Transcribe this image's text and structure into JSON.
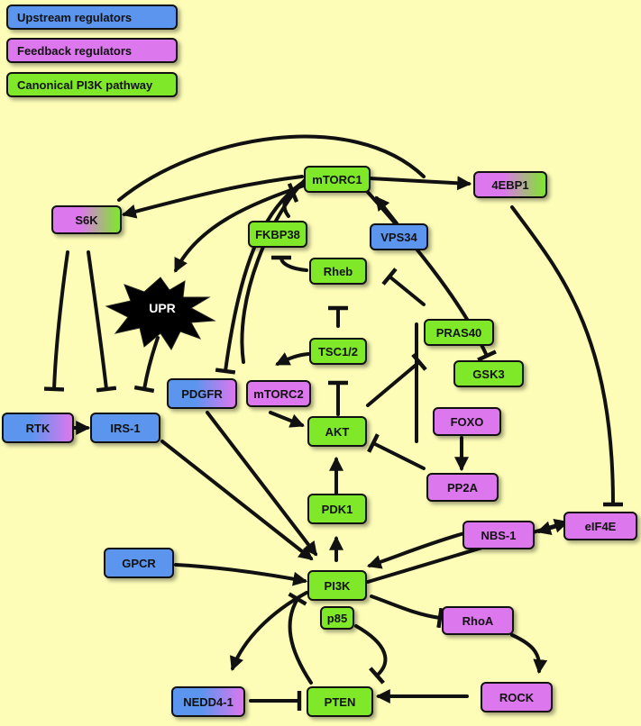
{
  "legend": {
    "upstream": "Upstream regulators",
    "feedback": "Feedback regulators",
    "canonical": "Canonical PI3K pathway"
  },
  "colors": {
    "background": "#fdfdb8",
    "canonical": "#7ee829",
    "upstream": "#5b95ee",
    "feedback": "#dd77ee"
  },
  "nodes": {
    "mtorc1": "mTORC1",
    "ebp1": "4EBP1",
    "s6k": "S6K",
    "fkbp38": "FKBP38",
    "vps34": "VPS34",
    "upr": "UPR",
    "rheb": "Rheb",
    "pras40": "PRAS40",
    "tsc": "TSC1/2",
    "mtorc2": "mTORC2",
    "gsk3": "GSK3",
    "pdgfr": "PDGFR",
    "rtk": "RTK",
    "irs1": "IRS-1",
    "akt": "AKT",
    "foxo": "FOXO",
    "pp2a": "PP2A",
    "pdk1": "PDK1",
    "eif4e": "eIF4E",
    "nbs1": "NBS-1",
    "gpcr": "GPCR",
    "pi3k": "PI3K",
    "p85": "p85",
    "rhoa": "RhoA",
    "nedd4": "NEDD4-1",
    "pten": "PTEN",
    "rock": "ROCK"
  }
}
